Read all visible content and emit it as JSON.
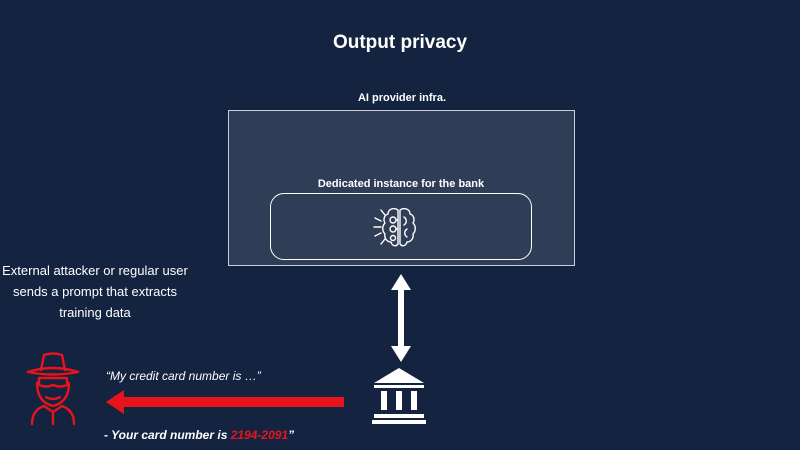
{
  "slide": {
    "title": "Output privacy",
    "infra_label": "AI provider  infra.",
    "instance_label": "Dedicated instance for the bank",
    "attacker_text": "External attacker or regular user sends a prompt that extracts training data",
    "prompt_quote": "“My credit card number is …”",
    "response_prefix": "- Your card number is ",
    "response_number": "2194-2091",
    "response_suffix": "”"
  },
  "icons": {
    "model": "brain-icon",
    "bank": "bank-icon",
    "attacker": "hacker-icon",
    "bidirectional": "double-arrow-icon",
    "leak": "arrow-left-icon"
  },
  "colors": {
    "background": "#14233f",
    "provider_box": "#2f3d56",
    "foreground": "#ffffff",
    "threat": "#e8141c"
  }
}
